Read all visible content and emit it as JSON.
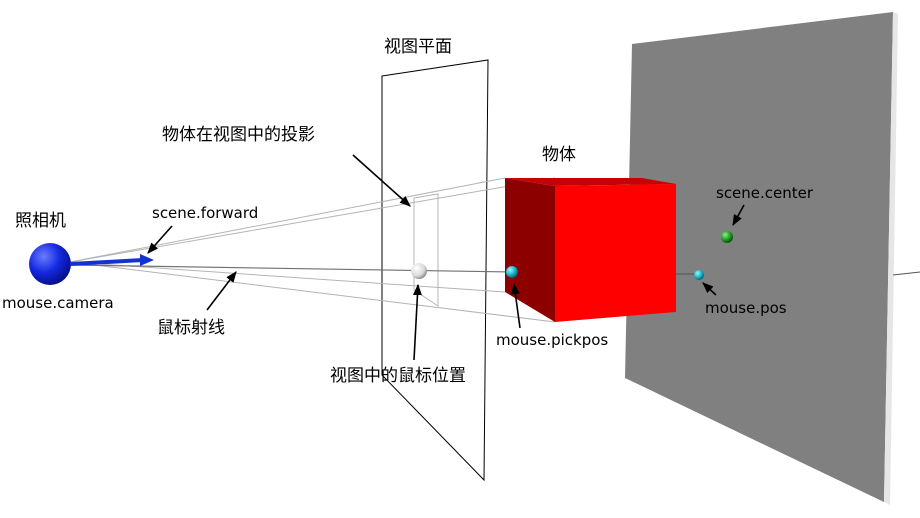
{
  "labels": {
    "camera": "照相机",
    "mouse_camera": "mouse.camera",
    "scene_forward": "scene.forward",
    "mouse_ray": "鼠标射线",
    "view_plane": "视图平面",
    "projection": "物体在视图中的投影",
    "mouse_in_view": "视图中的鼠标位置",
    "object": "物体",
    "mouse_pickpos": "mouse.pickpos",
    "scene_center": "scene.center",
    "mouse_pos": "mouse.pos"
  },
  "colors": {
    "camera_sphere": "#1428e0",
    "forward_arrow": "#1432d2",
    "cube_front": "#ff0000",
    "cube_side": "#8c0000",
    "cube_top": "#c80000",
    "back_wall": "#808080",
    "wall_edge": "#e6e6e6",
    "scene_center_sphere": "#1e9b1e",
    "pick_sphere": "#14b4c8",
    "view_mouse_sphere": "#e0e0e0"
  }
}
